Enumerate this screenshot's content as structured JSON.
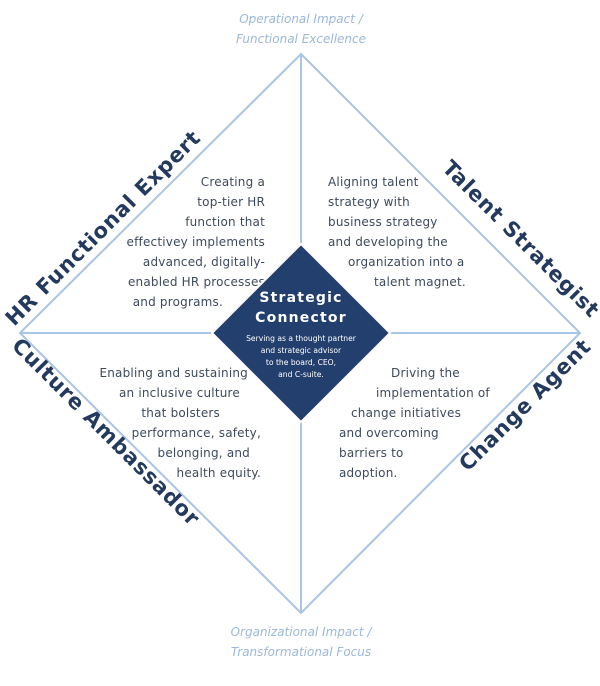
{
  "colors": {
    "frame_line": "#a9c4e6",
    "center_fill": "#233f6e",
    "role_text": "#233a5e",
    "caption_text": "#9bb8d9",
    "body_text": "#3d4a5c"
  },
  "top_caption": {
    "line1": "Operational Impact /",
    "line2": "Functional Excellence"
  },
  "bottom_caption": {
    "line1": "Organizational Impact /",
    "line2": "Transformational Focus"
  },
  "roles": {
    "top_left": "HR Functional Expert",
    "top_right": "Talent Strategist",
    "bottom_left": "Culture Ambassador",
    "bottom_right": "Change Agent"
  },
  "quadrants": {
    "top_left": {
      "lines": [
        "Creating a",
        "top-tier HR",
        "function that",
        "effectivey implements",
        "advanced, digitally-",
        "enabled HR processes",
        "and programs."
      ]
    },
    "top_right": {
      "lines": [
        "Aligning talent",
        "strategy with",
        "business strategy",
        "and developing the",
        "organization into a",
        "talent magnet."
      ]
    },
    "bottom_left": {
      "lines": [
        "Enabling and sustaining",
        "an inclusive culture",
        "that bolsters",
        "performance, safety,",
        "belonging, and",
        "health equity."
      ]
    },
    "bottom_right": {
      "lines": [
        "Driving the",
        "implementation of",
        "change initiatives",
        "and overcoming",
        "barriers to",
        "adoption."
      ]
    }
  },
  "center": {
    "title_line1": "Strategic",
    "title_line2": "Connector",
    "lines": [
      "Serving as a thought partner",
      "and strategic advisor",
      "to the board, CEO,",
      "and C-suite."
    ]
  }
}
